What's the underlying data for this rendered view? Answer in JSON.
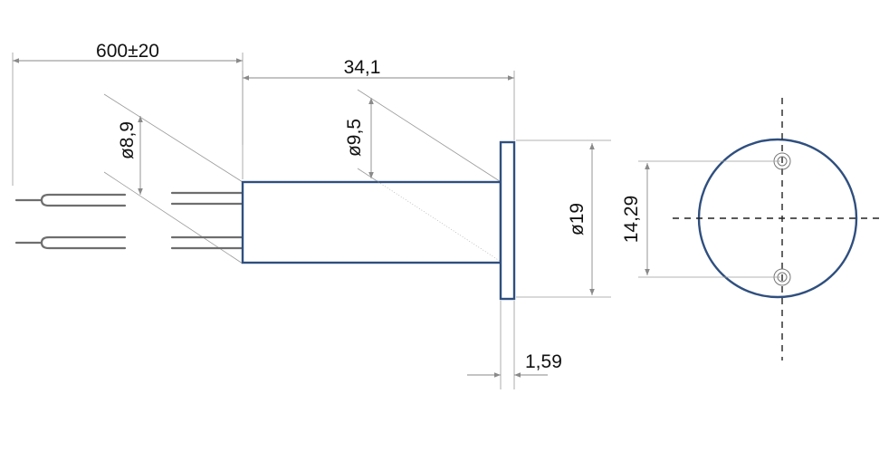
{
  "colors": {
    "outline": "#2f4f7f",
    "dimension_line": "#8a8a8a",
    "wire": "#6e6e6e",
    "text": "#111111"
  },
  "dimensions": {
    "cable_length": "600±20",
    "body_length": "34,1",
    "pin_spacing_diameter": "ø8,9",
    "body_diameter": "ø9,5",
    "flange_diameter": "ø19",
    "flange_thickness": "1,59",
    "hole_spacing": "14,29"
  }
}
